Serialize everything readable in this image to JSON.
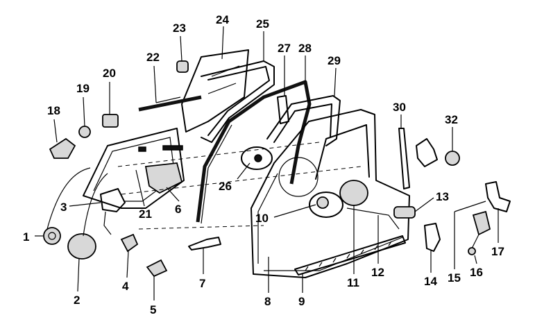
{
  "callouts": {
    "c1": "1",
    "c2": "2",
    "c3": "3",
    "c4": "4",
    "c5": "5",
    "c6": "6",
    "c7": "7",
    "c8": "8",
    "c9": "9",
    "c10": "10",
    "c11": "11",
    "c12": "12",
    "c13": "13",
    "c14": "14",
    "c15": "15",
    "c16": "16",
    "c17": "17",
    "c18": "18",
    "c19": "19",
    "c20": "20",
    "c21": "21",
    "c22": "22",
    "c23": "23",
    "c24": "24",
    "c25": "25",
    "c26": "26",
    "c27": "27",
    "c28": "28",
    "c29": "29",
    "c30": "30",
    "c32": "32"
  }
}
